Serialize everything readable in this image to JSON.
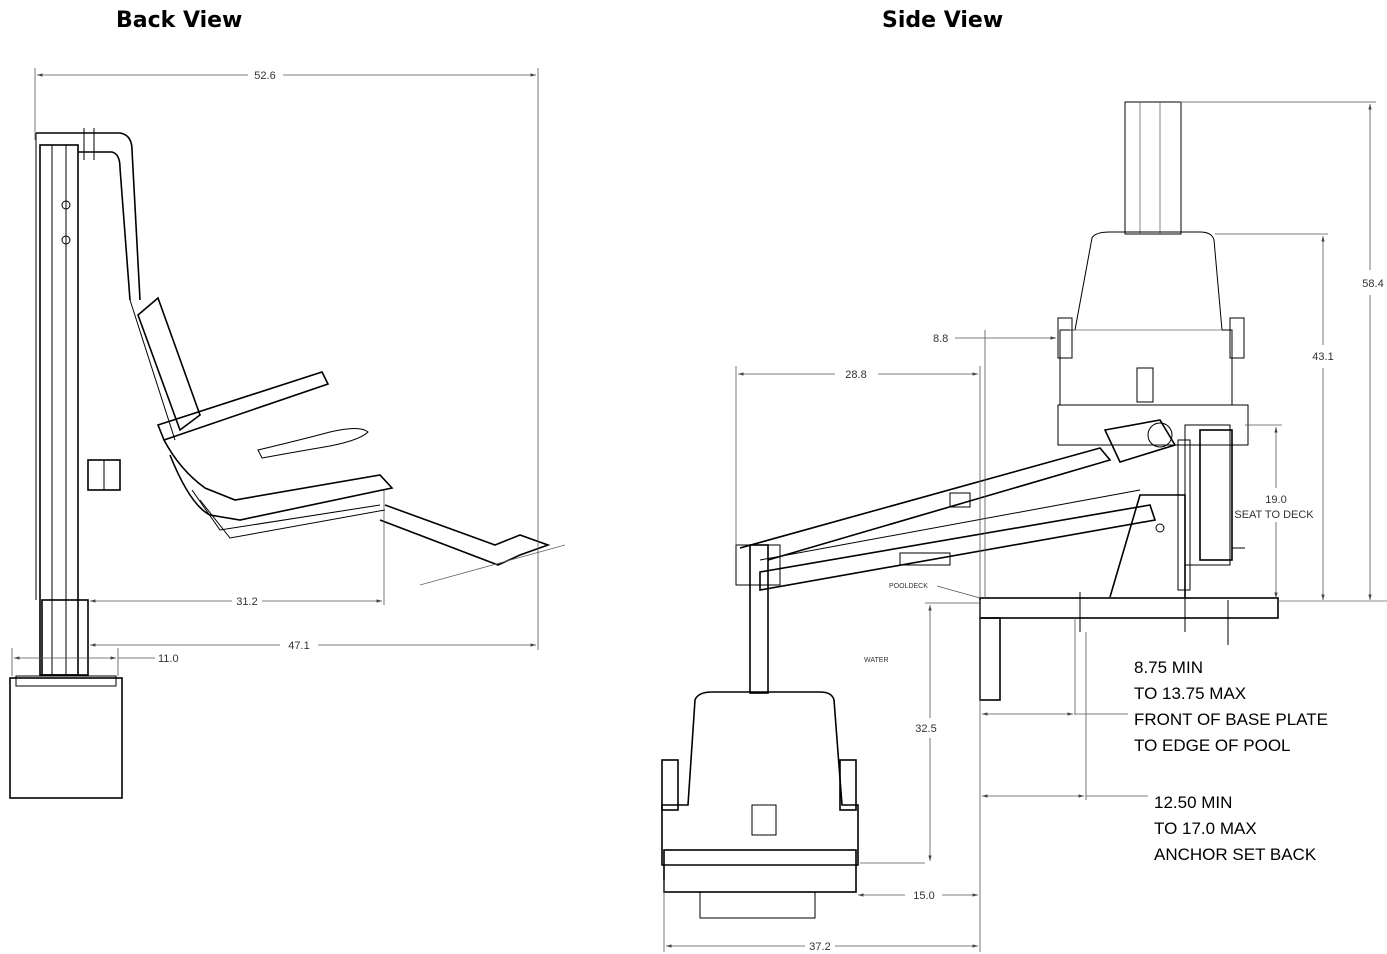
{
  "titles": {
    "back": "Back View",
    "side": "Side View"
  },
  "back_view": {
    "dims": {
      "overall_width": "52.6",
      "seat_reach": "31.2",
      "footrest_reach": "47.1",
      "base_width": "11.0"
    }
  },
  "side_view": {
    "dims": {
      "overall_height": "58.4",
      "seat_height": "43.1",
      "offset_top": "8.8",
      "reach": "28.8",
      "seat_to_deck_value": "19.0",
      "seat_to_deck_label": "SEAT TO DECK",
      "depth": "32.5",
      "seat_offset": "15.0",
      "overall_length": "37.2"
    },
    "labels": {
      "pool_deck": "POOLDECK",
      "water": "WATER"
    },
    "notes": {
      "front_plate": [
        "8.75 MIN",
        "TO 13.75 MAX",
        "FRONT OF BASE PLATE",
        "TO EDGE OF POOL"
      ],
      "anchor": [
        "12.50 MIN",
        "TO 17.0 MAX",
        "ANCHOR SET BACK"
      ]
    }
  }
}
